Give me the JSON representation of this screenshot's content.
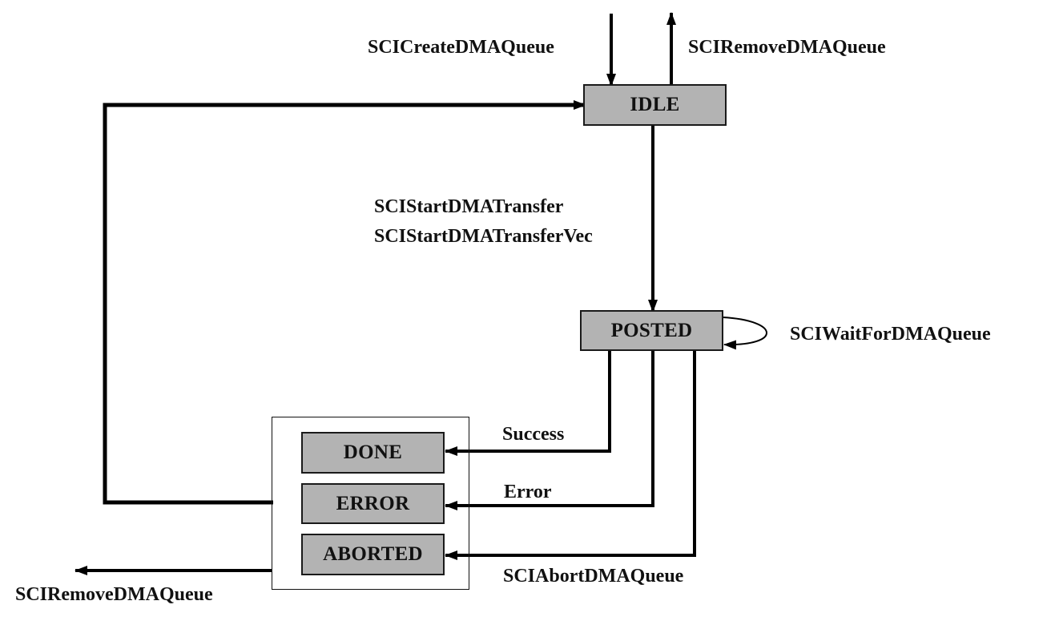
{
  "diagram": {
    "type": "state-transition",
    "colors": {
      "state_fill": "#b3b3b3",
      "line": "#000000",
      "text": "#111111",
      "background": "#ffffff"
    },
    "states": {
      "idle": "IDLE",
      "posted": "POSTED",
      "done": "DONE",
      "error": "ERROR",
      "aborted": "ABORTED"
    },
    "transitions": {
      "create": "SCICreateDMAQueue",
      "remove_top": "SCIRemoveDMAQueue",
      "start_1": "SCIStartDMATransfer",
      "start_2": "SCIStartDMATransferVec",
      "wait": "SCIWaitForDMAQueue",
      "success": "Success",
      "error": "Error",
      "abort": "SCIAbortDMAQueue",
      "remove_bottom": "SCIRemoveDMAQueue"
    },
    "edges": [
      {
        "from": "external",
        "to": "IDLE",
        "label": "SCICreateDMAQueue"
      },
      {
        "from": "IDLE",
        "to": "external",
        "label": "SCIRemoveDMAQueue"
      },
      {
        "from": "IDLE",
        "to": "POSTED",
        "label": "SCIStartDMATransfer / SCIStartDMATransferVec"
      },
      {
        "from": "POSTED",
        "to": "POSTED",
        "label": "SCIWaitForDMAQueue"
      },
      {
        "from": "POSTED",
        "to": "DONE",
        "label": "Success"
      },
      {
        "from": "POSTED",
        "to": "ERROR",
        "label": "Error"
      },
      {
        "from": "POSTED",
        "to": "ABORTED",
        "label": "SCIAbortDMAQueue"
      },
      {
        "from": "DONE/ERROR/ABORTED",
        "to": "IDLE",
        "label": ""
      },
      {
        "from": "DONE/ERROR/ABORTED",
        "to": "external",
        "label": "SCIRemoveDMAQueue"
      }
    ]
  }
}
